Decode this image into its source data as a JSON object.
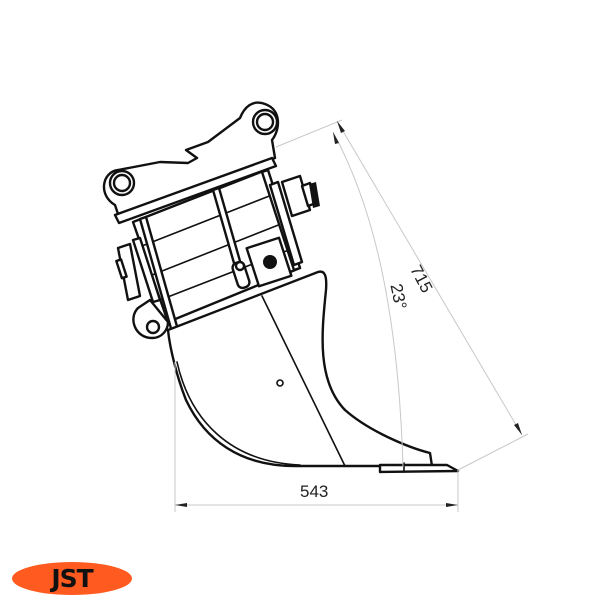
{
  "drawing": {
    "subject": "ripper-attachment-side-view",
    "dimensions": {
      "width_label": "543",
      "length_label": "715",
      "angle_label": "23°"
    },
    "colors": {
      "line": "#111111",
      "dimension_line": "#c8c8c8",
      "background": "#ffffff"
    }
  },
  "logo": {
    "text": "JST",
    "color": "#ff5a1f",
    "text_color": "#111111"
  }
}
